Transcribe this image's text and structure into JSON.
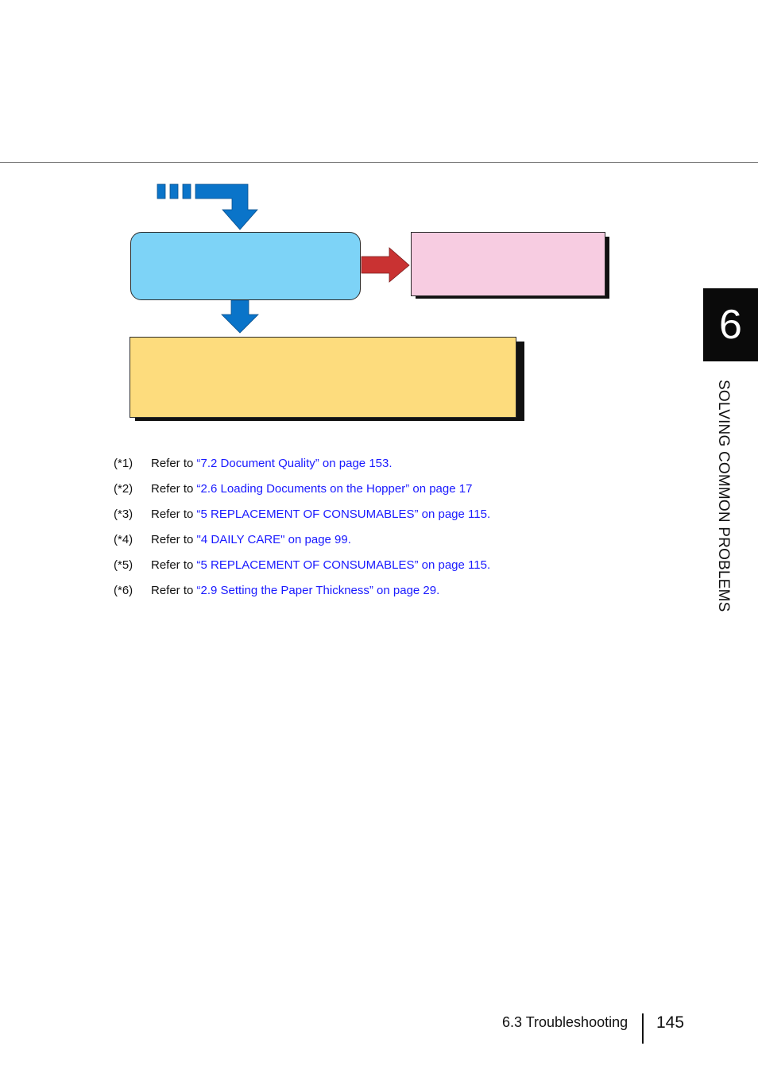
{
  "chapter": {
    "number": "6",
    "title": "SOLVING COMMON PROBLEMS"
  },
  "footnotes": [
    {
      "marker": "(*1)",
      "prefix": "Refer to ",
      "link": "“7.2 Document Quality” on page 153."
    },
    {
      "marker": "(*2)",
      "prefix": "Refer to ",
      "link": "“2.6 Loading Documents on the Hopper” on page 17"
    },
    {
      "marker": "(*3)",
      "prefix": "Refer to ",
      "link": "“5 REPLACEMENT OF CONSUMABLES” on page 115."
    },
    {
      "marker": "(*4)",
      "prefix": "Refer to ",
      "link": "\"4  DAILY CARE\" on page 99."
    },
    {
      "marker": "(*5)",
      "prefix": "Refer to ",
      "link": "“5 REPLACEMENT OF CONSUMABLES” on page 115."
    },
    {
      "marker": "(*6)",
      "prefix": "Refer to ",
      "link": "“2.9 Setting the Paper Thickness” on page 29."
    }
  ],
  "footer": {
    "section": "6.3 Troubleshooting",
    "page_number": "145"
  },
  "colors": {
    "blue_box": "#7dd3f7",
    "pink_box": "#f7cce1",
    "yellow_box": "#fddc7d",
    "blue_arrow": "#0a74c9",
    "red_arrow": "#c93232",
    "link": "#1a1aff"
  }
}
